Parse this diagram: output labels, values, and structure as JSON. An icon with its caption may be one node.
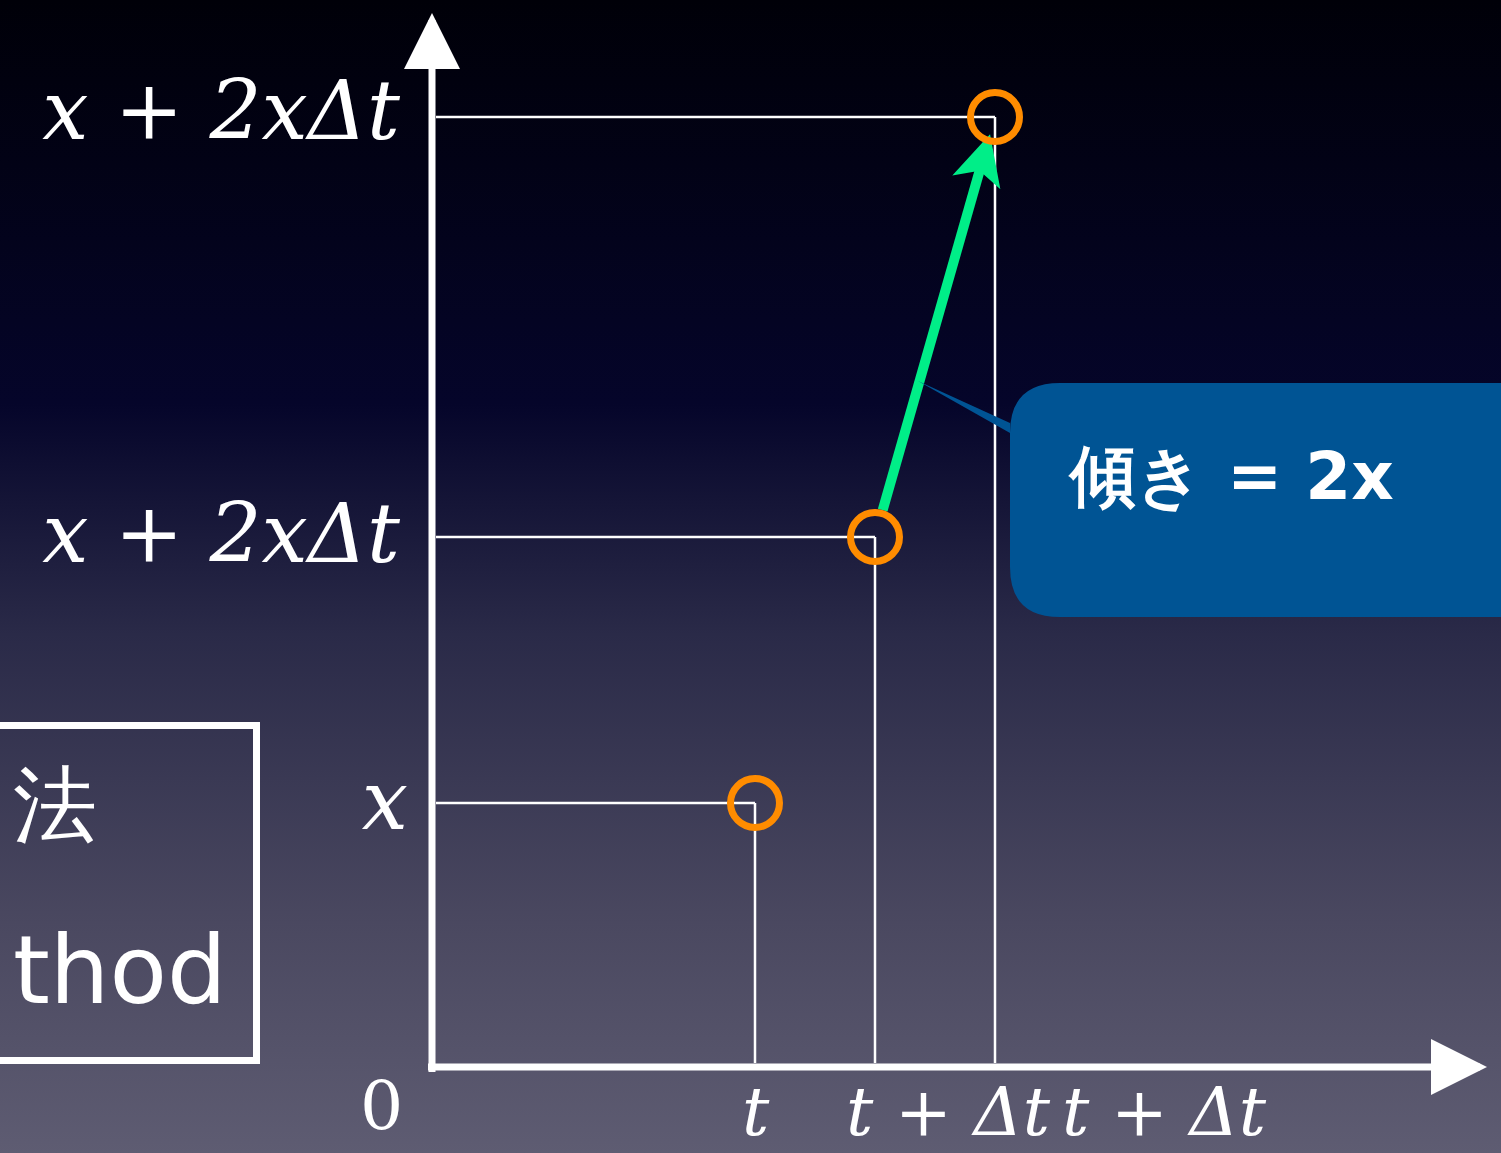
{
  "diagram": {
    "nodes": [
      {
        "text": [],
        "shape": "circle"
      },
      {
        "text": [],
        "shape": "circle"
      },
      {
        "text": [],
        "shape": "circle"
      },
      {
        "text": [
          "傾き = 2x"
        ]
      },
      {
        "text": [
          "法",
          "thod"
        ]
      }
    ],
    "edges": [
      {
        "from": 1,
        "to": 2,
        "arrow": "to",
        "color": "#00ee88"
      }
    ],
    "labels": [
      "x + 2xΔt",
      "x + 2xΔt",
      "x",
      "0",
      "t",
      "t + Δt",
      "t + Δt"
    ]
  }
}
